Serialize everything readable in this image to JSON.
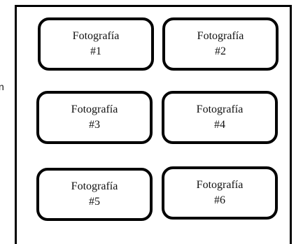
{
  "left_edge_text": "n",
  "cards": [
    {
      "line1": "Fotografía",
      "line2": "#1"
    },
    {
      "line1": "Fotografía",
      "line2": "#2"
    },
    {
      "line1": "Fotografía",
      "line2": "#3"
    },
    {
      "line1": "Fotografía",
      "line2": "#4"
    },
    {
      "line1": "Fotografía",
      "line2": "#5"
    },
    {
      "line1": "Fotografía",
      "line2": "#6"
    }
  ]
}
